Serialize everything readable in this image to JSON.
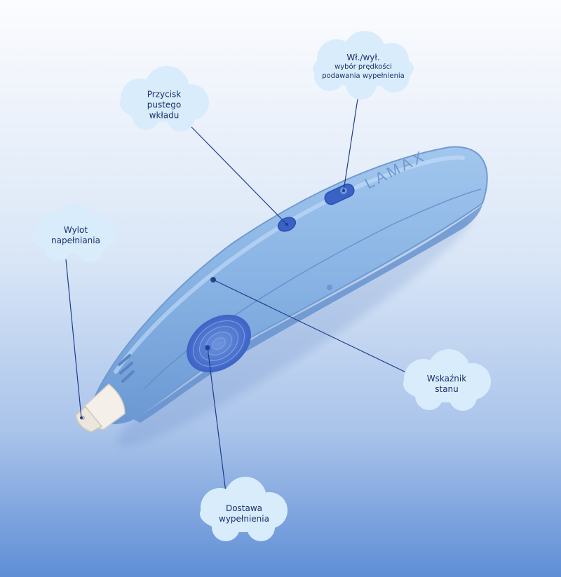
{
  "product": {
    "brand_text": "LAMAX",
    "colors": {
      "pen_body": "#87b2e3",
      "pen_dark": "#5d8ccc",
      "pen_edge": "#6f9ad2",
      "buttons": "#3a62c4",
      "nozzle": "#f4efe8",
      "callout_fill": "#d9ecfb",
      "leader_line": "#1e3e8c"
    }
  },
  "callouts": {
    "power": {
      "title": "Wł./wył.",
      "subtitle": "wybór prędkości podawania wypełnienia",
      "icon": "cloud-bubble"
    },
    "empty_button": {
      "title": "Przycisk pustego wkładu",
      "icon": "cloud-bubble"
    },
    "outlet": {
      "title": "Wylot napełniania",
      "icon": "cloud-bubble"
    },
    "status": {
      "title": "Wskaźnik stanu",
      "icon": "cloud-bubble"
    },
    "feed": {
      "title": "Dostawa wypełnienia",
      "icon": "cloud-bubble"
    }
  }
}
